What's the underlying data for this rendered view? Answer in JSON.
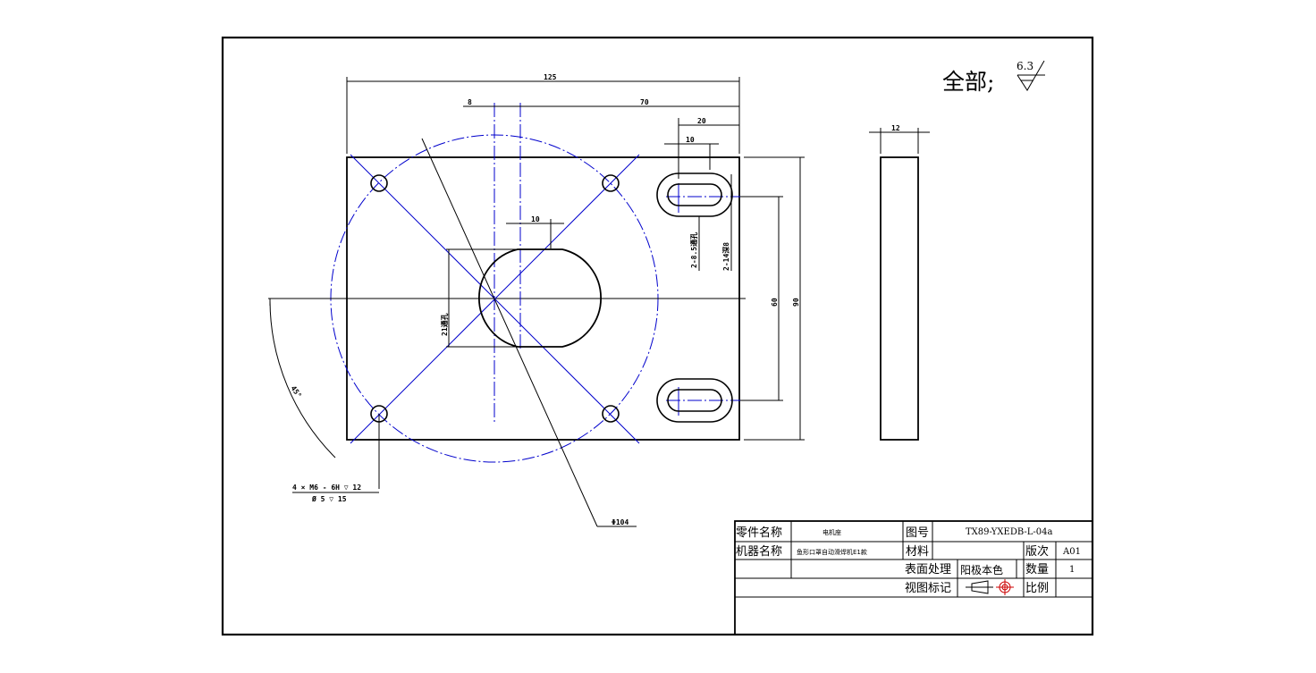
{
  "roughness": {
    "prefix": "全部;",
    "value": "6.3"
  },
  "dimensions": {
    "overall_width": "125",
    "offset_8": "8",
    "offset_70": "70",
    "slot_width": "20",
    "slot_length": "10",
    "pocket_width": "10",
    "slot_note_1": "2-8.5通孔",
    "slot_note_2": "2-14深8",
    "pocket_note": "21通孔",
    "angle": "45°",
    "height_60": "60",
    "height_90": "90",
    "thickness": "12",
    "bolt_circle": "Φ104",
    "thread_note_1": "4 × M6 - 6H  ▽ 12",
    "thread_note_2": "Ø 5  ▽ 15"
  },
  "title_block": {
    "part_name_label": "零件名称",
    "part_name_value": "电机座",
    "drawing_no_label": "图号",
    "drawing_no_value": "TX89-YXEDB-L-04a",
    "machine_name_label": "机器名称",
    "machine_name_value": "鱼形口罩自动滑焊机E1款",
    "material_label": "材料",
    "material_value": "",
    "revision_label": "版次",
    "revision_value": "A01",
    "surface_label": "表面处理",
    "surface_value": "阳极本色",
    "quantity_label": "数量",
    "quantity_value": "1",
    "view_label": "视图标记",
    "scale_label": "比例",
    "scale_value": ""
  }
}
